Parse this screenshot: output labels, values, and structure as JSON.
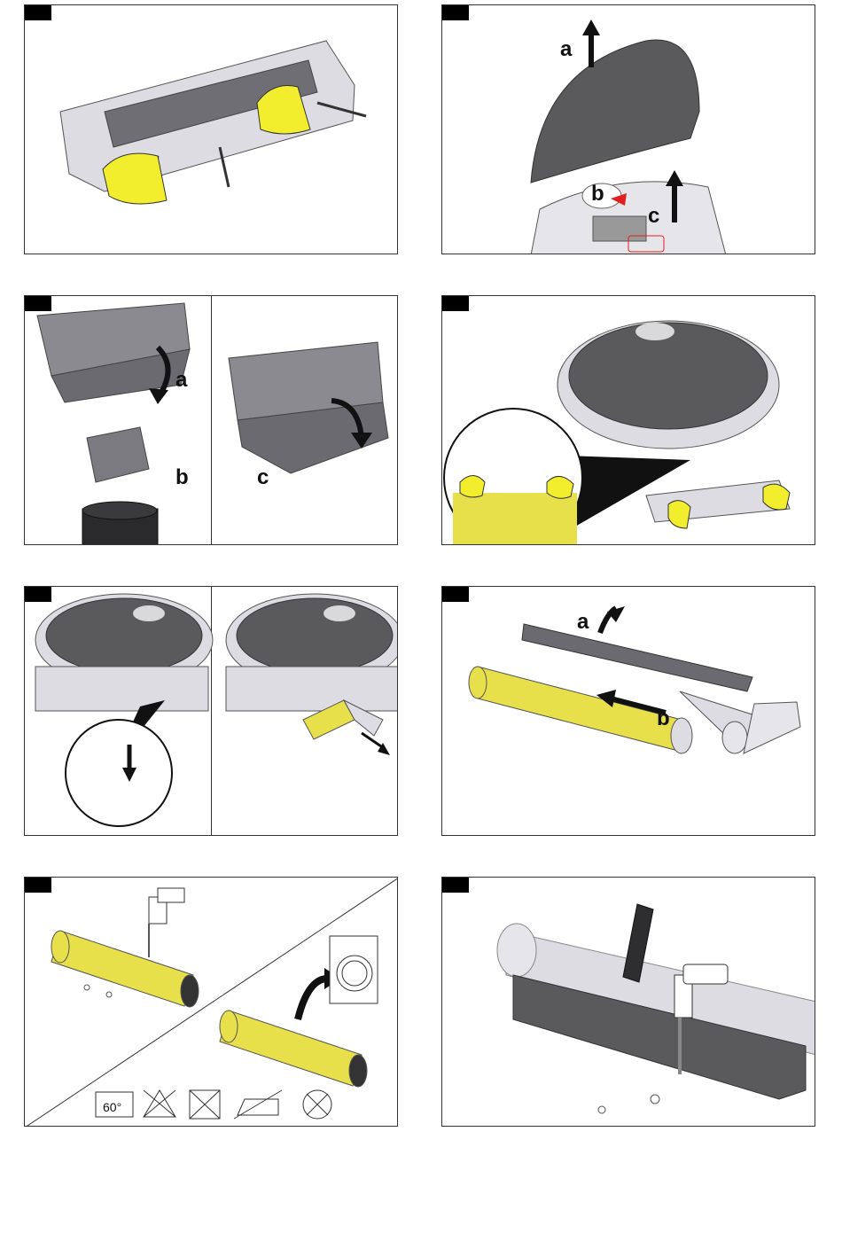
{
  "figures": {
    "fig2": {
      "labels": {
        "a": "a",
        "b": "b",
        "c": "c"
      }
    },
    "fig3": {
      "labels": {
        "a": "a",
        "b": "b",
        "c": "c"
      }
    },
    "fig6": {
      "labels": {
        "a": "a",
        "b": "b"
      }
    },
    "fig7": {
      "wash_temperature": "60°"
    }
  },
  "colors": {
    "cloth_yellow": "#f2ee2e",
    "roller_yellow": "#e7e04a",
    "dark_grey": "#5a5a5c",
    "light_grey": "#d9d9dc",
    "accent_red": "#e02020"
  }
}
